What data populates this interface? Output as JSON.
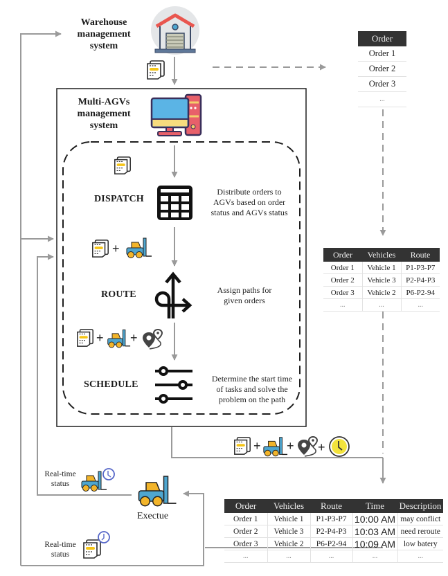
{
  "colors": {
    "arrow_gray": "#9a9a9a",
    "table_header_bg": "#333333",
    "forklift_blue": "#4ea6cf",
    "forklift_yellow": "#f2b42a",
    "doc_yellow": "#f5c518",
    "monitor_blue": "#5bb4e5",
    "pc_red": "#e8606a",
    "warehouse_roof": "#e9564f",
    "clock_yellow": "#f3e33c",
    "clock_ring": "#5566c8"
  },
  "warehouse": {
    "title_line1": "Warehouse",
    "title_line2": "management",
    "title_line3": "system",
    "icon": "warehouse-icon"
  },
  "agv_system": {
    "title_line1": "Multi-AGVs",
    "title_line2": "management",
    "title_line3": "system",
    "icon": "computer-icon"
  },
  "steps": {
    "dispatch": {
      "label": "DISPATCH",
      "icon": "grid-table-icon",
      "desc_line1": "Distribute orders to",
      "desc_line2": "AGVs based on order",
      "desc_line3": "status and AGVs status"
    },
    "route": {
      "label": "ROUTE",
      "icon": "route-arrows-icon",
      "desc_line1": "Assign paths for",
      "desc_line2": "given orders"
    },
    "schedule": {
      "label": "SCHEDULE",
      "icon": "sliders-icon",
      "desc_line1": "Determine the start time",
      "desc_line2": "of tasks and solve the",
      "desc_line3": "problem on the path"
    }
  },
  "plus_sign": "+",
  "execute": {
    "label": "Exectue",
    "icon": "forklift-icon"
  },
  "realtime": {
    "vehicle_status_line1": "Real-time",
    "vehicle_status_line2": "status",
    "order_status_line1": "Real-time",
    "order_status_line2": "status"
  },
  "table_orders": {
    "headers": [
      "Order"
    ],
    "rows": [
      [
        "Order 1"
      ],
      [
        "Order 2"
      ],
      [
        "Order 3"
      ],
      [
        "..."
      ]
    ]
  },
  "table_routes": {
    "headers": [
      "Order",
      "Vehicles",
      "Route"
    ],
    "rows": [
      [
        "Order 1",
        "Vehicle 1",
        "P1-P3-P7"
      ],
      [
        "Order 2",
        "Vehicle 3",
        "P2-P4-P3"
      ],
      [
        "Order 3",
        "Vehicle 2",
        "P6-P2-94"
      ],
      [
        "...",
        "...",
        "..."
      ]
    ]
  },
  "table_schedule": {
    "headers": [
      "Order",
      "Vehicles",
      "Route",
      "Time",
      "Description"
    ],
    "rows": [
      [
        "Order 1",
        "Vehicle 1",
        "P1-P3-P7",
        "10:00 AM",
        "may conflict"
      ],
      [
        "Order 2",
        "Vehicle 3",
        "P2-P4-P3",
        "10:03 AM",
        "need reroute"
      ],
      [
        "Order 3",
        "Vehicle 2",
        "P6-P2-94",
        "10:09 AM",
        "low batery"
      ],
      [
        "...",
        "...",
        "...",
        "...",
        "..."
      ]
    ]
  }
}
